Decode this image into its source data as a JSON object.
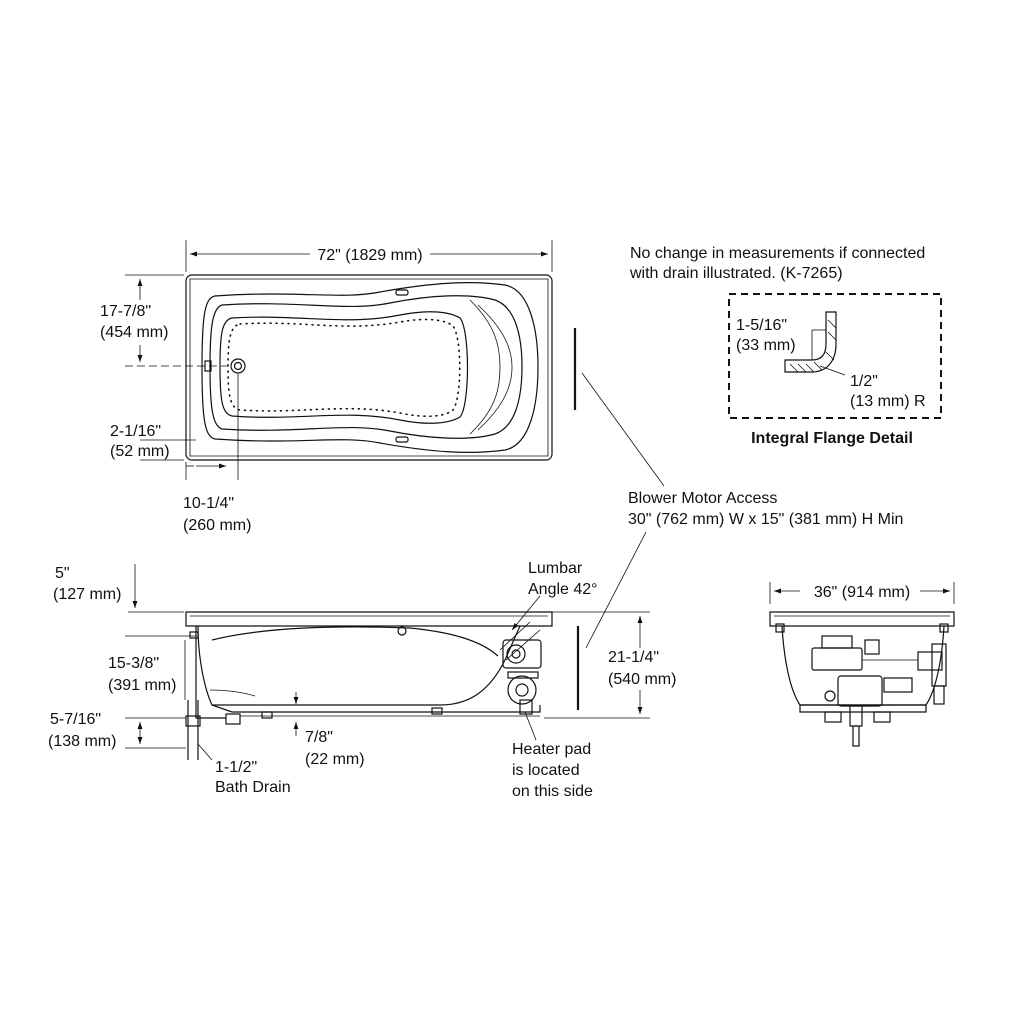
{
  "top_view": {
    "width_label": "72\" (1829 mm)",
    "depth_label_1": "17-7/8\"",
    "depth_label_2": "(454 mm)",
    "rim_label_1": "2-1/16\"",
    "rim_label_2": "(52 mm)",
    "drain_offset_label_1": "10-1/4\"",
    "drain_offset_label_2": "(260 mm)"
  },
  "flange_detail": {
    "note_line_1": "No change in measurements if connected",
    "note_line_2": "with drain illustrated.  (K-7265)",
    "dim_1a": "1-5/16\"",
    "dim_1b": "(33 mm)",
    "dim_2a": "1/2\"",
    "dim_2b": "(13 mm) R",
    "title": "Integral Flange Detail"
  },
  "blower": {
    "line_1": "Blower Motor Access",
    "line_2": "30\" (762 mm) W x 15\" (381 mm) H Min"
  },
  "side_view": {
    "rim_1": "5\"",
    "rim_2": "(127 mm)",
    "lumbar_1": "Lumbar",
    "lumbar_2": "Angle 42°",
    "inner_1": "15-3/8\"",
    "inner_2": "(391 mm)",
    "height_1": "21-1/4\"",
    "height_2": "(540 mm)",
    "drain_h_1": "5-7/16\"",
    "drain_h_2": "(138 mm)",
    "bath_drain_1": "1-1/2\"",
    "bath_drain_2": "Bath Drain",
    "base_1": "7/8\"",
    "base_2": "(22 mm)",
    "heater_1": "Heater pad",
    "heater_2": "is located",
    "heater_3": "on this side"
  },
  "end_view": {
    "width_label": "36\" (914 mm)"
  }
}
